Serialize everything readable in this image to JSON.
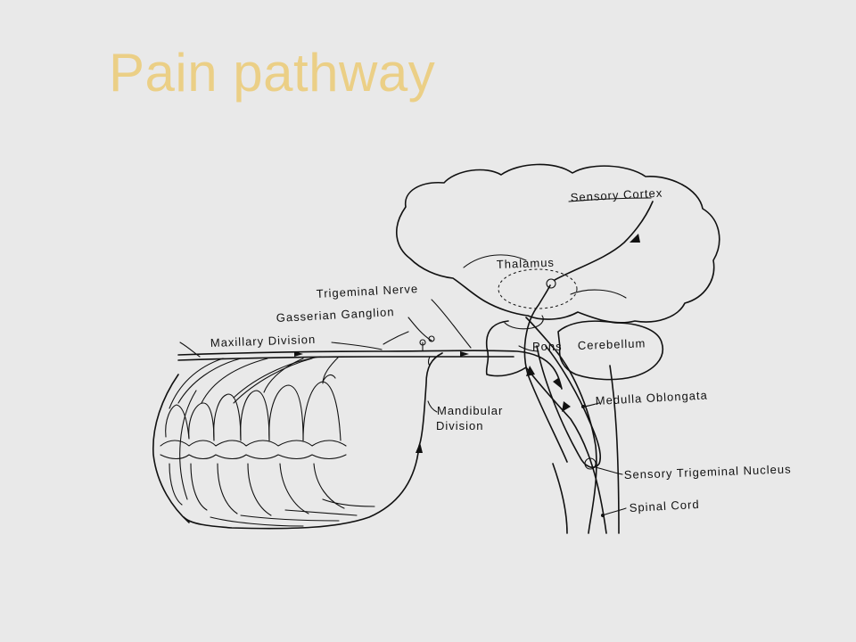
{
  "slide": {
    "title": "Pain pathway",
    "title_color": "#ebcf86",
    "background": "#e9e9e9"
  },
  "diagram": {
    "labels": {
      "sensory_cortex": "Sensory Cortex",
      "thalamus": "Thalamus",
      "trigeminal_nerve": "Trigeminal Nerve",
      "gasserian_ganglion": "Gasserian Ganglion",
      "maxillary_division": "Maxillary Division",
      "pons": "Pons",
      "cerebellum": "Cerebellum",
      "medulla_oblongata": "Medulla Oblongata",
      "mandibular_division_line1": "Mandibular",
      "mandibular_division_line2": "Division",
      "sensory_trigeminal_nucleus": "Sensory Trigeminal Nucleus",
      "spinal_cord": "Spinal Cord"
    }
  }
}
